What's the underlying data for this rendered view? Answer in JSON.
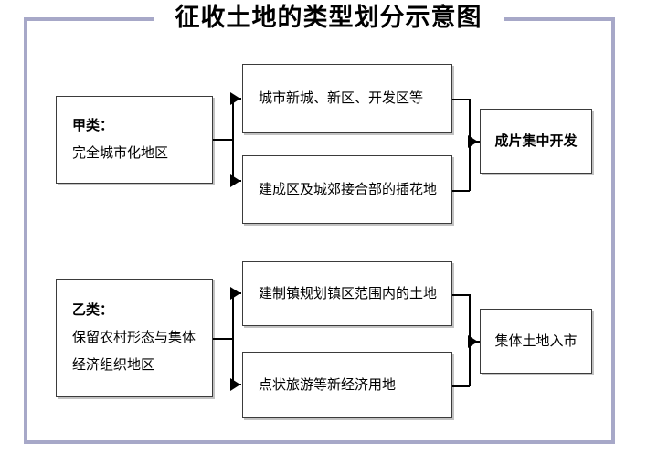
{
  "diagram": {
    "title": "征收土地的类型划分示意图",
    "frame_color": "#a7a8c8",
    "box_border_color": "#3b3b3b",
    "connector_color": "#000000",
    "categories": [
      {
        "id": "jia",
        "label_heading": "甲类：",
        "label_body": "完全城市化地区",
        "details": [
          "城市新城、新区、开发区等",
          "建成区及城郊接合部的插花地"
        ],
        "outcome": "成片集中开发"
      },
      {
        "id": "yi",
        "label_heading": "乙类：",
        "label_body_line1": "保留农村形态与集体",
        "label_body_line2": "经济组织地区",
        "details": [
          "建制镇规划镇区范围内的土地",
          "点状旅游等新经济用地"
        ],
        "outcome": "集体土地入市"
      }
    ]
  }
}
